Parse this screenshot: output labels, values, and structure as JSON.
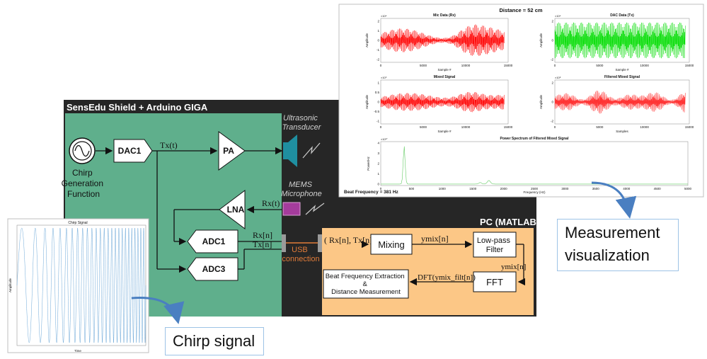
{
  "shield": {
    "title": "SensEdu Shield + Arduino GIGA",
    "chirp_label": [
      "Chirp",
      "Generation",
      "Function"
    ],
    "dac": "DAC1",
    "tx_label": "Tx(t)",
    "pa": "PA",
    "lna": "LNA",
    "rx_label": "Rx(t)",
    "adc1": "ADC1",
    "adc3": "ADC3",
    "rxn": "Rx[n]",
    "txn": "Tx[n]"
  },
  "side": {
    "transducer": [
      "Ultrasonic",
      "Transducer"
    ],
    "mems": [
      "MEMS",
      "Microphone"
    ],
    "usb": [
      "USB",
      "connection"
    ]
  },
  "pc": {
    "title": "PC (MATLAB)",
    "input": "( Rx[n], Tx[n] )",
    "mixing": "Mixing",
    "ymix": "ymix[n]",
    "lpf": [
      "Low-pass",
      "Filter"
    ],
    "ymix2": "ymix[n]",
    "fft": "FFT",
    "dft": "DFT(ymix_filt[n])",
    "beat": [
      "Beat Frequency Extraction",
      "&",
      "Distance Measurement"
    ]
  },
  "results": {
    "distance": "Distance = 52 cm",
    "plots": [
      {
        "title": "Mic Data (Rx)",
        "xlabel": "Sample #",
        "ylabel": "Amplitude",
        "exp": "×10⁴",
        "xticks": [
          "0",
          "5000",
          "10000",
          "15000"
        ],
        "yticks": [
          "2",
          "1",
          "0",
          "-1",
          "-2"
        ]
      },
      {
        "title": "DAC Data (Tx)",
        "xlabel": "Sample #",
        "ylabel": "Amplitude",
        "exp": "×10⁴",
        "xticks": [
          "0",
          "5000",
          "10000",
          "15000"
        ],
        "yticks": [
          "2",
          "0",
          "-2"
        ]
      },
      {
        "title": "Mixed Signal",
        "xlabel": "Sample #",
        "ylabel": "Amplitude",
        "exp": "×10⁹",
        "xticks": [
          "0",
          "5000",
          "10000",
          "15000"
        ],
        "yticks": [
          "1",
          "0.5",
          "0",
          "-0.5",
          "-1"
        ]
      },
      {
        "title": "Filtered Mixed Signal",
        "xlabel": "Samples",
        "ylabel": "Amplitude",
        "exp": "×10⁸",
        "xticks": [
          "0",
          "5000",
          "10000",
          "15000"
        ],
        "yticks": [
          "2",
          "0",
          "-2"
        ]
      }
    ],
    "spectrum": {
      "title": "Power Spectrum of Filtered Mixed Signal",
      "xlabel": "Frequency (Hz)",
      "ylabel": "Power/Hz",
      "exp": "×10¹⁷",
      "xticks": [
        "0",
        "500",
        "1000",
        "1500",
        "2000",
        "2500",
        "3000",
        "3500",
        "4000",
        "4500",
        "5000"
      ],
      "yticks": [
        "4",
        "3",
        "2",
        "1",
        "0"
      ]
    },
    "beat_frequency": "Beat Frequency = 381 Hz"
  },
  "chirp_plot": {
    "title": "Chirp Signal",
    "xlabel": "Time",
    "ylabel": "Amplitude"
  },
  "callouts": {
    "measurement": [
      "Measurement",
      "visualization"
    ],
    "chirp": "Chirp signal"
  }
}
